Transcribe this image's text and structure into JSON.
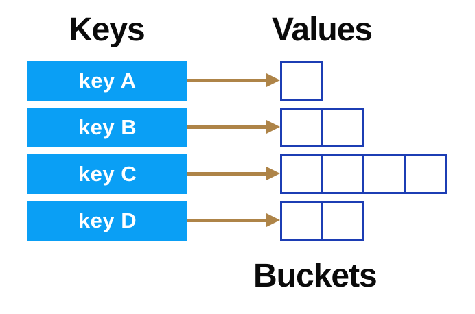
{
  "headings": {
    "keys": "Keys",
    "values": "Values",
    "buckets": "Buckets"
  },
  "rows": [
    {
      "key_label": "key A",
      "bucket_count": 1
    },
    {
      "key_label": "key B",
      "bucket_count": 2
    },
    {
      "key_label": "key C",
      "bucket_count": 4
    },
    {
      "key_label": "key D",
      "bucket_count": 2
    }
  ],
  "colors": {
    "background": "#ffffff",
    "key_fill": "#0a9ff5",
    "key_text": "#ffffff",
    "arrow": "#ae8448",
    "bucket_border": "#1c3db4",
    "heading_text": "#0a0a0a"
  }
}
